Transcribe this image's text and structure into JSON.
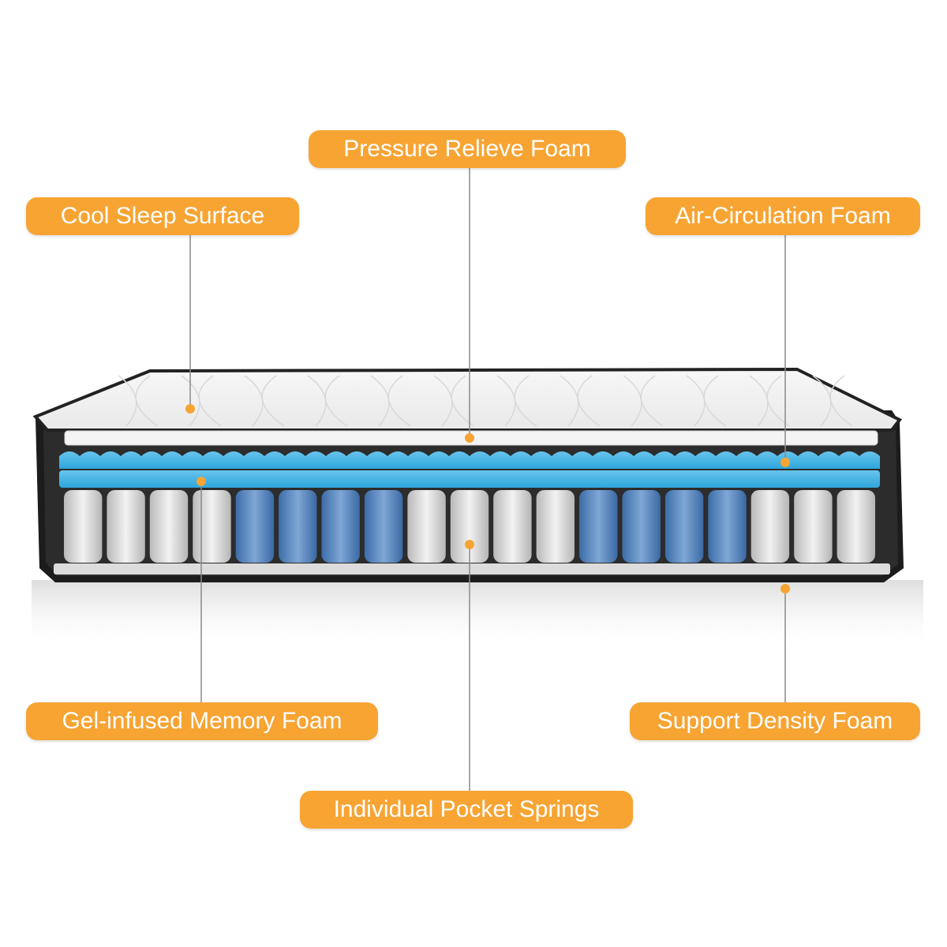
{
  "accent_color": "#f7a433",
  "labels": {
    "cool_sleep_surface": "Cool Sleep Surface",
    "pressure_relieve_foam": "Pressure Relieve Foam",
    "air_circulation_foam": "Air-Circulation Foam",
    "gel_infused_memory_foam": "Gel-infused Memory Foam",
    "support_density_foam": "Support Density Foam",
    "individual_pocket_springs": "Individual Pocket Springs"
  },
  "spring_colors": [
    "gray",
    "gray",
    "gray",
    "gray",
    "blue",
    "blue",
    "blue",
    "blue",
    "gray",
    "gray",
    "gray",
    "gray",
    "blue",
    "blue",
    "blue",
    "blue",
    "gray",
    "gray",
    "gray"
  ]
}
